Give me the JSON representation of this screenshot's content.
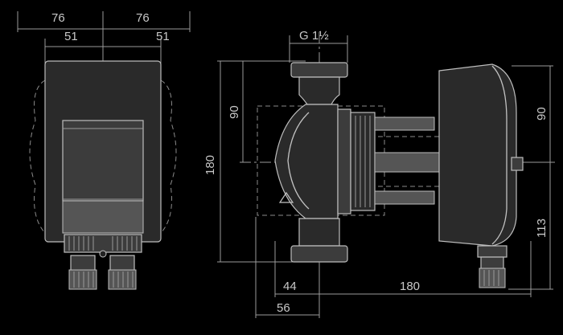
{
  "dimensions": {
    "front_top_left": "76",
    "front_top_right": "76",
    "front_inner_left": "51",
    "front_inner_right": "51",
    "thread": "G 1½",
    "height_upper": "90",
    "height_total": "180",
    "right_upper": "90",
    "right_lower": "113",
    "offset_44": "44",
    "length_180": "180",
    "offset_56": "56"
  }
}
